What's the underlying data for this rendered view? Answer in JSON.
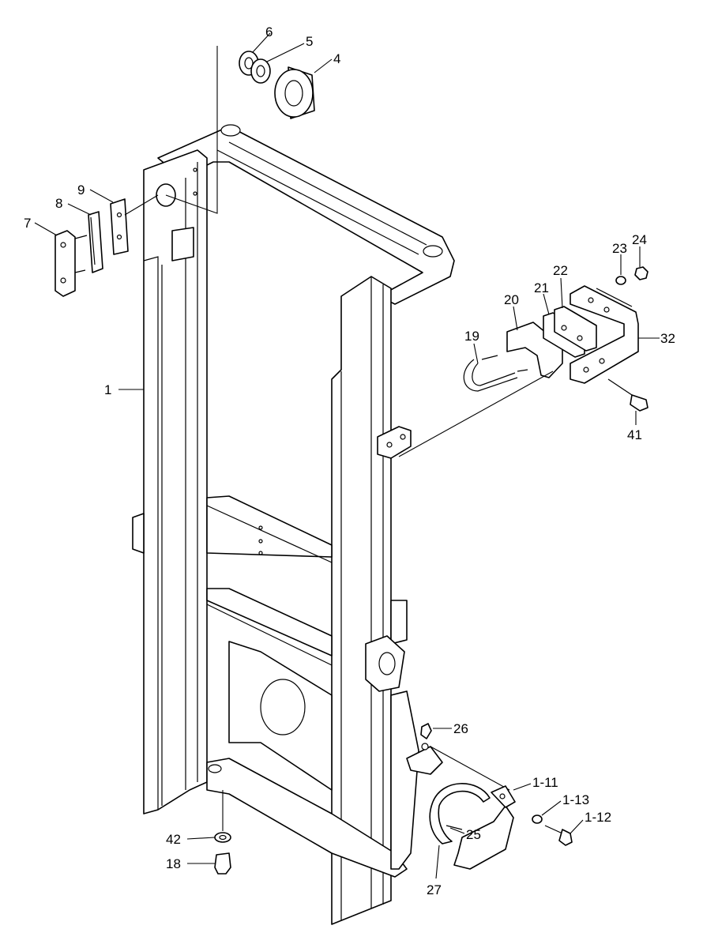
{
  "labels": {
    "p1": "1",
    "p4": "4",
    "p5": "5",
    "p6": "6",
    "p7": "7",
    "p8": "8",
    "p9": "9",
    "p18": "18",
    "p19": "19",
    "p20": "20",
    "p21": "21",
    "p22": "22",
    "p23": "23",
    "p24": "24",
    "p25": "25",
    "p26": "26",
    "p27": "27",
    "p32": "32",
    "p41": "41",
    "p42": "42",
    "p1_11": "1-11",
    "p1_12": "1-12",
    "p1_13": "1-13"
  }
}
